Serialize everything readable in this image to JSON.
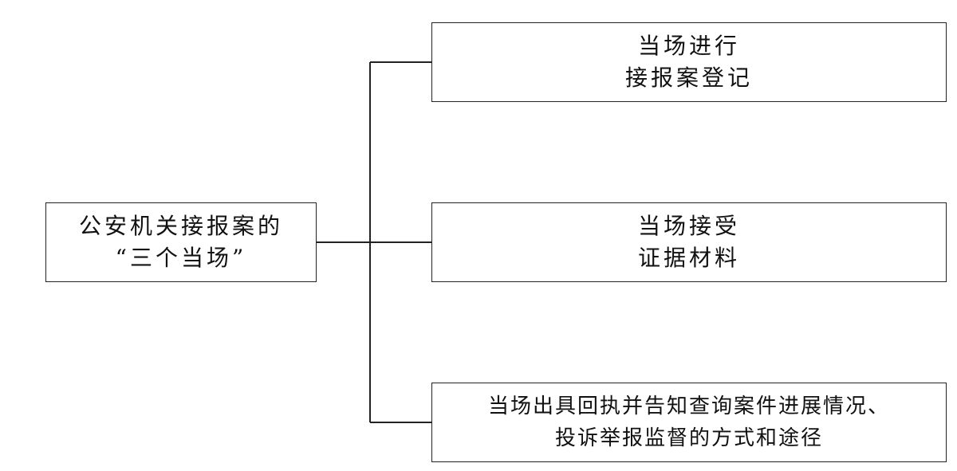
{
  "root": {
    "line1": "公安机关接报案的",
    "line2": "“三个当场”"
  },
  "children": [
    {
      "line1": "当场进行",
      "line2": "接报案登记"
    },
    {
      "line1": "当场接受",
      "line2": "证据材料"
    },
    {
      "line1": "当场出具回执并告知查询案件进展情况、",
      "line2": "投诉举报监督的方式和途径"
    }
  ],
  "colors": {
    "line": "#222222",
    "border": "#222222",
    "background": "#ffffff"
  }
}
